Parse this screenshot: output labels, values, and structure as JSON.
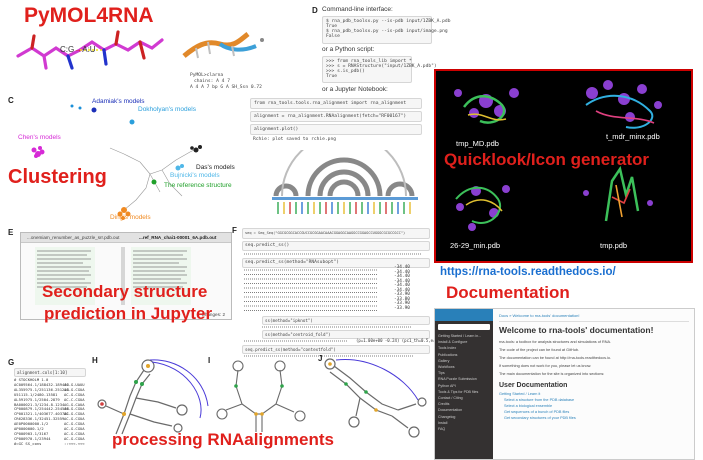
{
  "titles": {
    "main": "PyMOL4RNA",
    "clustering": "Clustering",
    "secondary_line1": "Secondary structure",
    "secondary_line2": "prediction in Jupyter",
    "quicklook": "Quicklook/Icon generator",
    "documentation": "Documentation",
    "alignments": "processing RNAalignments"
  },
  "panel_letters": {
    "c": "C",
    "d": "D",
    "e": "E",
    "f": "F",
    "g": "G",
    "h": "H",
    "i": "I",
    "j": "J"
  },
  "pymol": {
    "pair_label": "C:G",
    "pair_arrow": "→",
    "pair_result": "A:U",
    "console_prompt": "PyMOL>clarna",
    "console_line1": "chains:   A 4 7",
    "console_line2": "A   4   A   7   bp G A SH_Ssn 0.72"
  },
  "panel_d": {
    "cli_label": "Command-line interface:",
    "cli_code1": "$ rna_pdb_toolsx.py --is-pdb input/1ZBK_A.pdb",
    "cli_code2": "True",
    "cli_code3": "$ rna_pdb_toolsx.py --is-pdb input/image.png",
    "cli_code4": "False",
    "py_label": "or a Python script:",
    "py_code1": ">>> from rna_tools_lib import *",
    "py_code2": ">>> s = RNAStructure(\"input/1ZBK_A.pdb\")",
    "py_code3": ">>> s.is_pdb()",
    "py_code4": "True",
    "nb_label": "or a Jupyter Notebook:",
    "nb_code1": "from rna_tools.tools.rna_alignment import rna_alignment",
    "nb_code2": "alignment = rna_alignment.RNAalignment(fetch=\"RF00167\")",
    "nb_code3": "alignment.plot()",
    "nb_out": "Rchie: plot saved to rchie.png"
  },
  "clustering": {
    "labels": [
      "Adamiak's models",
      "Dokholyan's models",
      "Chen's models",
      "Das's models",
      "Bujnicki's models",
      "The reference structure",
      "Ding's models"
    ],
    "colors": [
      "#1b2fb8",
      "#2a9fdc",
      "#d62ad6",
      "#222222",
      "#4fb7e8",
      "#20a02a",
      "#f08a22"
    ]
  },
  "panel_e": {
    "tab_title": "...onemiam_renumber_as_puzzle_srr.pdb.out",
    "tab_title2": "...ref_RNA_chai1-00001_6A.pdb.out",
    "footer_label": "Changes: 2"
  },
  "panel_f": {
    "seq_line": "seq = Seq_Seq(\"GGCGCGGCACCGUCCGCGGAACAAACGGAGGCAAGGCCGGAGCCUGGGCGCGCCGCC\")",
    "call1": "seq.predict_ss()",
    "call2": "seq.predict_ss(method=\"RNAsubopt\")",
    "call3": "ss(method=\"ipknot\")",
    "call4": "ss(method=\"centroid_fold\")",
    "call5": "seq.predict_ss(method=\"contextfold\")",
    "energies": [
      "-34.40",
      "-34.40",
      "-34.40",
      "-34.40",
      "-34.40",
      "-34.40",
      "-33.90",
      "-33.80",
      "-33.90",
      "-33.90"
    ],
    "out_tail": "(p=1.00e+00 -0.24) (pc1_th=0.5,e=-27.53)"
  },
  "quicklook": {
    "labels": [
      "tmp_MD.pdb",
      "t_mdr_minx.pdb",
      "26-29_min.pdb",
      "tmp.pdb"
    ]
  },
  "docs": {
    "url": "https://rna-tools.readthedocs.io/",
    "page_title": "Welcome to rna-tools' documentation!",
    "breadcrumb": "Docs » Welcome to rna-tools' documentation!",
    "subtitle": "User Documentation",
    "sidebar_items": [
      "Getting Started / Learn in...",
      "Install & Configure",
      "Tools Index",
      "Publications",
      "Gallery",
      "Workflows",
      "Tips",
      "RNA Puzzle Submission",
      "Python API",
      "Tools & Tips for PDB files",
      "Contact / Citing",
      "Credits",
      "Documentation",
      "Changelog",
      "Install",
      "FAQ"
    ],
    "body_lines": [
      "rna-tools: a toolbox for analysis structures and simulations of RNA.",
      "The code of the project can be found at GitHub.",
      "The documentation can be found at http://rna-tools.readthedocs.io.",
      "If something does not work for you, please let us know.",
      "The main documentation for the site is organized into sections:"
    ],
    "bullet_items": [
      "Getting Started / Learn it",
      "Select a structure from the PDB database",
      "Select a biological ensemble",
      "Get sequences of a bunch of PDB files",
      "Get secondary structures of your PDB files"
    ],
    "accent": "#2980b9"
  },
  "panel_g": {
    "cmd": "alignment.cols[1:10]",
    "header": "# STOCKHOLM 1.0",
    "rows": [
      [
        "AC009564.1/188432-189440",
        "AC-G-UAUU"
      ],
      [
        "AL355975.1/251136-251218",
        "AG-G-CGUA"
      ],
      [
        "U51115.1/2480-13581",
        "AC-G-CGUA"
      ],
      [
        "AL591975.1/2504-2879",
        "AC-C-CGUA"
      ],
      [
        "BA000021.3/1234-8-1234",
        "AG-G-CAUA"
      ],
      [
        "CP000879.1/254442-254546",
        "AG-G-CGUA"
      ],
      [
        "CP001321.1/403677-403781",
        "AC-G-CGUA"
      ],
      [
        "CR628336.1/32451-32559",
        "AC-G-CGUA"
      ],
      [
        "AE0P0000000.1/2",
        "AC-G-CGUA"
      ],
      [
        "AP0000000.1/2",
        "AC-G-CGUA"
      ],
      [
        "CP000903.1/3167",
        "AC-G-CGUA"
      ],
      [
        "CP000970.1/23944",
        "AC-G-CGUA"
      ],
      [
        "#=GC SS_cons",
        "::<<<.<<<"
      ]
    ]
  }
}
